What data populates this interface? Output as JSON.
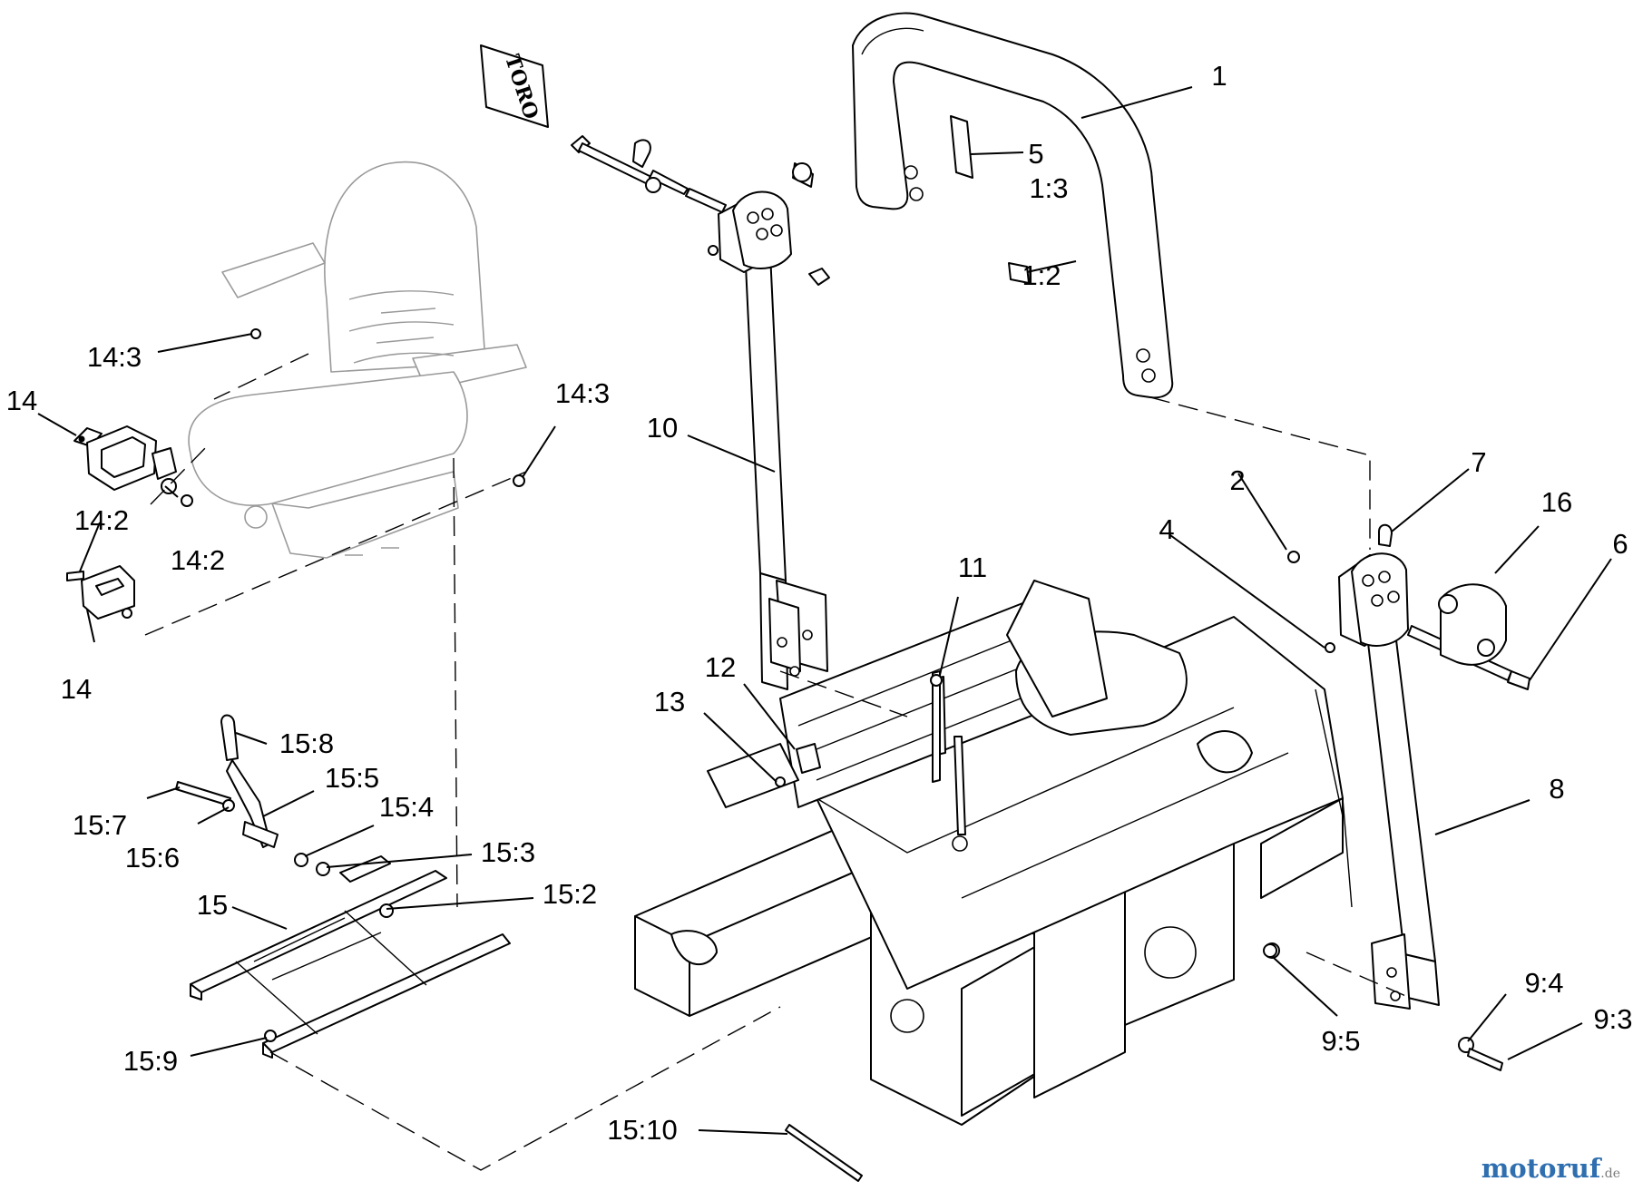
{
  "callouts": [
    {
      "id": "c1",
      "text": "1"
    },
    {
      "id": "c5",
      "text": "5"
    },
    {
      "id": "c13a",
      "text": "1:3"
    },
    {
      "id": "c12a",
      "text": "1:2"
    },
    {
      "id": "c14_3l",
      "text": "14:3"
    },
    {
      "id": "c14_3r",
      "text": "14:3"
    },
    {
      "id": "c14a",
      "text": "14"
    },
    {
      "id": "c14_2a",
      "text": "14:2"
    },
    {
      "id": "c14_2b",
      "text": "14:2"
    },
    {
      "id": "c14b",
      "text": "14"
    },
    {
      "id": "c10",
      "text": "10"
    },
    {
      "id": "c2",
      "text": "2"
    },
    {
      "id": "c7",
      "text": "7"
    },
    {
      "id": "c16",
      "text": "16"
    },
    {
      "id": "c4",
      "text": "4"
    },
    {
      "id": "c6",
      "text": "6"
    },
    {
      "id": "c11",
      "text": "11"
    },
    {
      "id": "c12",
      "text": "12"
    },
    {
      "id": "c13",
      "text": "13"
    },
    {
      "id": "c15_8",
      "text": "15:8"
    },
    {
      "id": "c15_5",
      "text": "15:5"
    },
    {
      "id": "c15_4",
      "text": "15:4"
    },
    {
      "id": "c15_7",
      "text": "15:7"
    },
    {
      "id": "c15_6",
      "text": "15:6"
    },
    {
      "id": "c15_3",
      "text": "15:3"
    },
    {
      "id": "c15_2",
      "text": "15:2"
    },
    {
      "id": "c15",
      "text": "15"
    },
    {
      "id": "c8",
      "text": "8"
    },
    {
      "id": "c9_4",
      "text": "9:4"
    },
    {
      "id": "c9_3",
      "text": "9:3"
    },
    {
      "id": "c9_5",
      "text": "9:5"
    },
    {
      "id": "c15_9",
      "text": "15:9"
    },
    {
      "id": "c15_10",
      "text": "15:10"
    }
  ],
  "decal_text": "TORO",
  "watermark": {
    "main": "motoruf",
    "tld": ".de"
  }
}
